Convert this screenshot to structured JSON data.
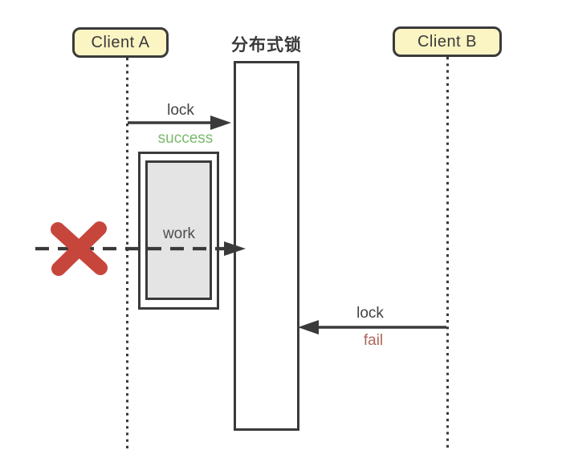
{
  "diagram": {
    "type": "sequence",
    "title": "分布式锁",
    "participants": [
      {
        "label": "Client A"
      },
      {
        "label": "Client B"
      }
    ],
    "messages": [
      {
        "from": "Client A",
        "to": "分布式锁",
        "label": "lock",
        "result": "success",
        "line": "solid"
      },
      {
        "from": "Client A",
        "to": "分布式锁",
        "label": "work",
        "line": "dashed",
        "annotation": "client-crash-x"
      },
      {
        "from": "Client B",
        "to": "分布式锁",
        "label": "lock",
        "result": "fail",
        "line": "solid"
      }
    ]
  },
  "colors": {
    "background": "#FFFFFF",
    "participant_fill": "#FBF4C3",
    "line_dark": "#3A3A3A",
    "success_green": "#7CBA6D",
    "fail_red": "#AE675C",
    "crash_x_red": "#C7463C",
    "work_fill": "#E4E4E4"
  }
}
